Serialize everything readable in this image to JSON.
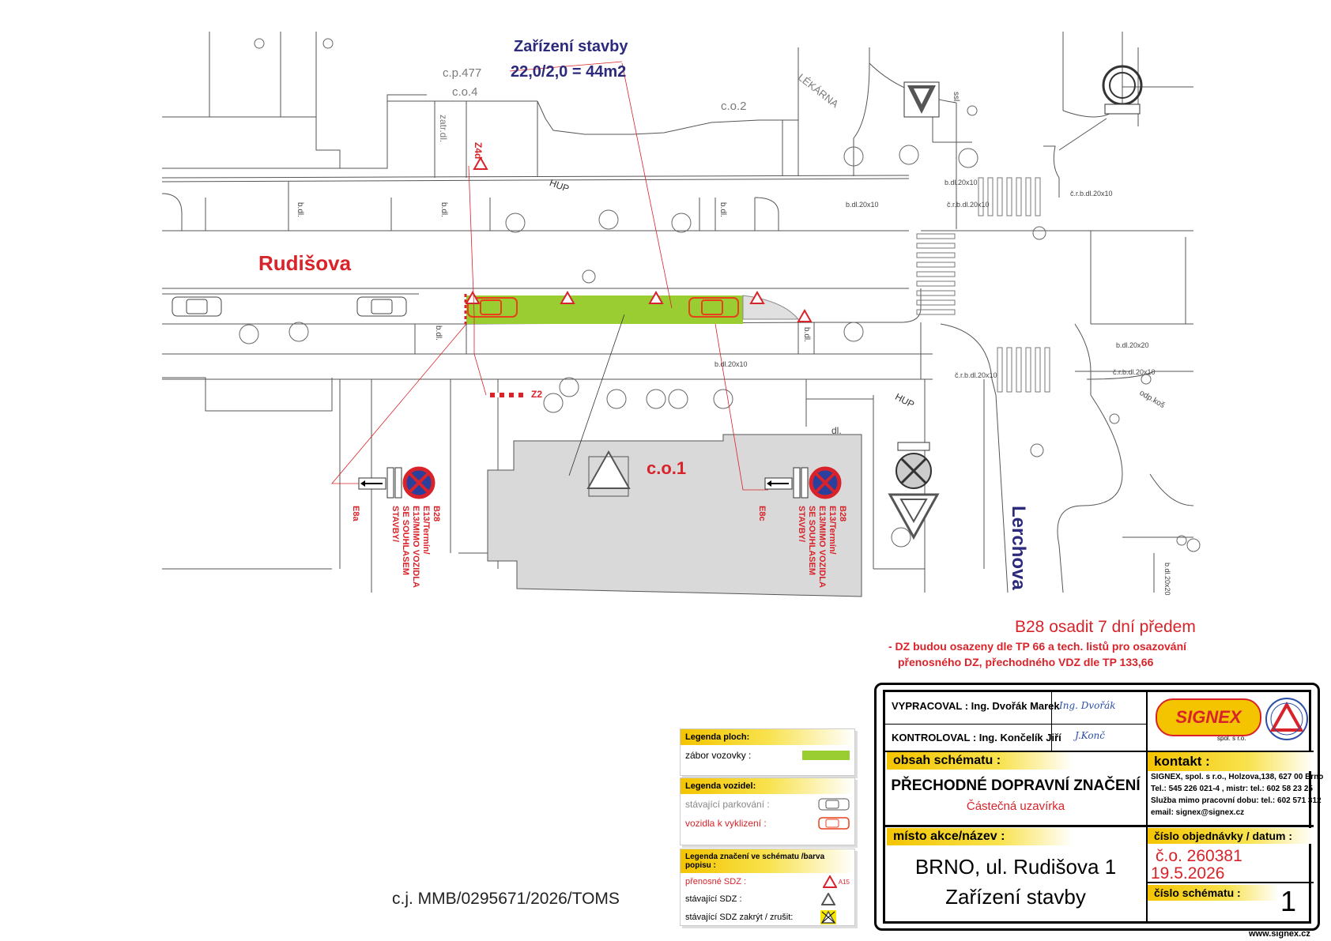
{
  "plan": {
    "street_main": "Rudišova",
    "street_side": "Lerchova",
    "site_title": "Zařízení stavby",
    "site_area": "22,0/2,0 = 44m2",
    "building_left_1": "c.p.477",
    "building_left_2": "c.o.4",
    "building_mid": "c.o.2",
    "building_main": "c.o.1",
    "pharmacy": "LÉKÁRNA",
    "label_zatr": "zatr.dl.",
    "label_hup_top": "HUP",
    "label_hup_bottom": "HUP",
    "label_bdl_1": "b.dl.",
    "label_bdl_2": "b.dl.",
    "label_bdl_3": "b.dl.",
    "label_bdl_4": "b.dl.",
    "label_bdl_5": "b.dl.",
    "label_bdl20_1": "b.dl.20x10",
    "label_bdl20_2": "b.dl.20x10",
    "label_bdl20_3": "b.dl.20x10",
    "label_bdl20_4": "b.dl.20x20",
    "label_bdl20_5": "b.dl.20x20",
    "label_crb_1": "č.r.b.dl.20x10",
    "label_crb_2": "č.r.b.dl.20x10",
    "label_crb_3": "č.r.b.dl.20x10",
    "label_crb_4": "č.r.b.dl.20x10",
    "label_dl": "dl.",
    "label_ssl": "ssl.",
    "label_odp": "odp.koš",
    "sign_z4d": "Z4d",
    "sign_z2": "Z2",
    "sign_left_b28": "B28",
    "sign_left_e13_1": "E13/Termín/",
    "sign_left_e13_2": "E13/MIMO VOZIDLA",
    "sign_left_e13_3": "SE SOUHLASEM",
    "sign_left_e13_4": "STAVBY/",
    "sign_left_e8": "E8a",
    "sign_right_b28": "B28",
    "sign_right_e13_1": "E13/Termín/",
    "sign_right_e13_2": "E13/MIMO VOZIDLA",
    "sign_right_e13_3": "SE SOUHLASEM",
    "sign_right_e13_4": "STAVBY/",
    "sign_right_e8": "E8c"
  },
  "notes": {
    "b28": "B28 osadit 7 dní předem",
    "line1": "- DZ budou osazeny dle TP 66 a tech. listů pro osazování",
    "line2": "přenosného DZ, přechodného VDZ dle TP 133,66"
  },
  "ref": "c.j. MMB/0295671/2026/TOMS",
  "legend_area": {
    "title": "Legenda ploch:",
    "item": "zábor vozovky :",
    "color": "#9acd32"
  },
  "legend_vehicles": {
    "title": "Legenda vozidel:",
    "existing": "stávající parkování :",
    "remove": "vozidla k vyklizení :"
  },
  "legend_signs": {
    "title": "Legenda značení ve schématu /barva popisu :",
    "portable": "přenosné SDZ :",
    "portable_code": "A15",
    "existing": "stávající SDZ :",
    "cancel": "stávající SDZ zakrýt / zrušit:"
  },
  "titleblock": {
    "prepared_label": "VYPRACOVAL",
    "prepared_name": ": Ing. Dvořák Marek",
    "checked_label": "KONTROLOVAL",
    "checked_name": ": Ing. Končelík Jiří",
    "sig1": "Ing. Dvořák",
    "sig2": "J.Konč",
    "logo": "SIGNEX",
    "logo_sub": "spol. s r.o.",
    "contact_head": "kontakt :",
    "contact1": "SIGNEX, spol. s r.o., Holzova,138, 627 00 Brno",
    "contact2": "Tel.: 545 226 021-4 , mistr: tel.: 602 58 23 25",
    "contact3": "Služba mimo pracovní dobu: tel.: 602 571 312",
    "contact4": "email: signex@signex.cz",
    "content_head": "obsah schématu :",
    "content_title": "PŘECHODNÉ DOPRAVNÍ ZNAČENÍ",
    "content_sub": "Částečná uzavírka",
    "place_head": "místo  akce/název :",
    "place1": "BRNO, ul. Rudišova 1",
    "place2": "Zařízení stavby",
    "order_head": "číslo  objednávky / datum :",
    "order_no": "č.o. 260381",
    "order_date": "19.5.2026",
    "scheme_head": "číslo  schématu :",
    "scheme_no": "1",
    "web": "www.signex.cz"
  },
  "colors": {
    "accent_red": "#d8232a",
    "navy": "#2b2a7c",
    "zabor": "#9acd32",
    "building": "#d9d9d9",
    "yellow": "#f4c400"
  }
}
